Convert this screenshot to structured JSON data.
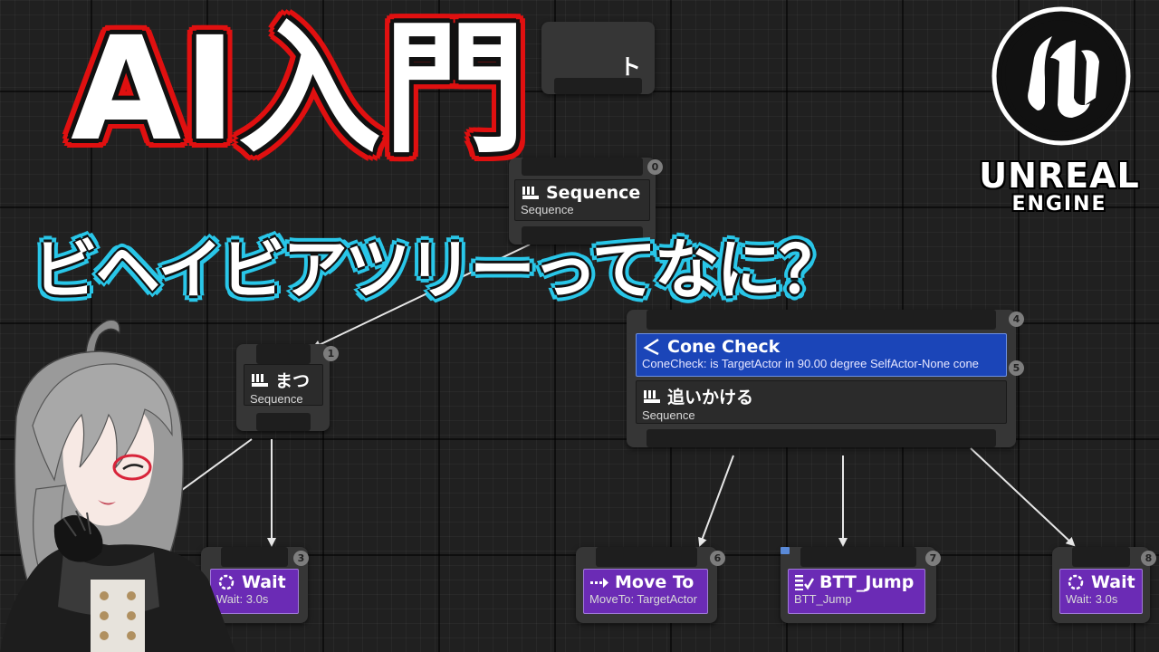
{
  "overlay": {
    "title": "AI入門",
    "subtitle": "ビヘイビアツリーってなに？"
  },
  "logo": {
    "line1": "UNREAL",
    "line2": "ENGINE"
  },
  "nodes": {
    "hidden_root": {
      "title": "ト"
    },
    "root_sequence": {
      "badge": "0",
      "title": "Sequence",
      "subtitle": "Sequence"
    },
    "matsu": {
      "badge": "1",
      "title": "まつ",
      "subtitle": "Sequence"
    },
    "cone_check": {
      "badge": "4",
      "badge2": "5",
      "title": "Cone Check",
      "subtitle": "ConeCheck: is TargetActor in 90.00 degree SelfActor-None cone"
    },
    "chase": {
      "title": "追いかける",
      "subtitle": "Sequence"
    },
    "wait_left": {
      "badge": "3",
      "title": "Wait",
      "subtitle": "Wait: 3.0s"
    },
    "move_to": {
      "badge": "6",
      "title": "Move To",
      "subtitle": "MoveTo: TargetActor"
    },
    "btt_jump": {
      "badge": "7",
      "title": "BTT_Jump",
      "subtitle": "BTT_Jump"
    },
    "wait_right": {
      "badge": "8",
      "title": "Wait",
      "subtitle": "Wait: 3.0s"
    }
  },
  "colors": {
    "task": "#6b2bb5",
    "decorator": "#1b45b8",
    "title_outline": "#e01010",
    "subtitle_outline": "#29c6e8"
  },
  "icons": [
    "sequence-icon",
    "cone-check-icon",
    "move-to-icon",
    "task-icon",
    "wait-icon",
    "unreal-logo-icon"
  ]
}
